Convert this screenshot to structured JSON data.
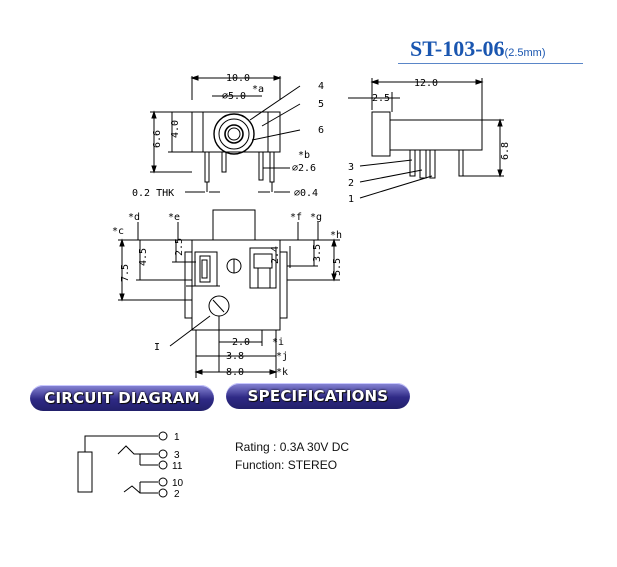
{
  "header": {
    "model": "ST-103-06",
    "size_note": "(2.5mm)",
    "color": "#1a56b0"
  },
  "front_view": {
    "dims": {
      "width": "10.0",
      "hole_dia": "∅5.0",
      "hole_note": "*a",
      "height": "6.6",
      "body_height": "4.0",
      "pin_dia": "∅2.6",
      "pin_note": "*b",
      "thickness": "0.2 THK",
      "lead_dia": "∅0.4"
    },
    "callouts": [
      "4",
      "5",
      "6"
    ]
  },
  "side_view": {
    "dims": {
      "length": "12.0",
      "nose": "2.5",
      "height": "6.8"
    },
    "callouts": [
      "3",
      "2",
      "1"
    ]
  },
  "bottom_view": {
    "notes_top": [
      "*d",
      "*e",
      "*f",
      "*g"
    ],
    "notes_side": [
      "*c",
      "*h"
    ],
    "left_dims": [
      "7.5",
      "4.5",
      "2.5"
    ],
    "right_dims": [
      "2.4",
      "3.5",
      "5.5"
    ],
    "bottom_dims": [
      "2.0",
      "3.8",
      "8.0"
    ],
    "bottom_notes": [
      "*i",
      "*j",
      "*k"
    ],
    "callout": "I"
  },
  "sections": {
    "circuit": "CIRCUIT DIAGRAM",
    "specs": "SPECIFICATIONS"
  },
  "circuit": {
    "pins": [
      "1",
      "3",
      "11",
      "10",
      "2"
    ]
  },
  "specifications": {
    "rating": "Rating : 0.3A 30V DC",
    "function": "Function: STEREO"
  }
}
